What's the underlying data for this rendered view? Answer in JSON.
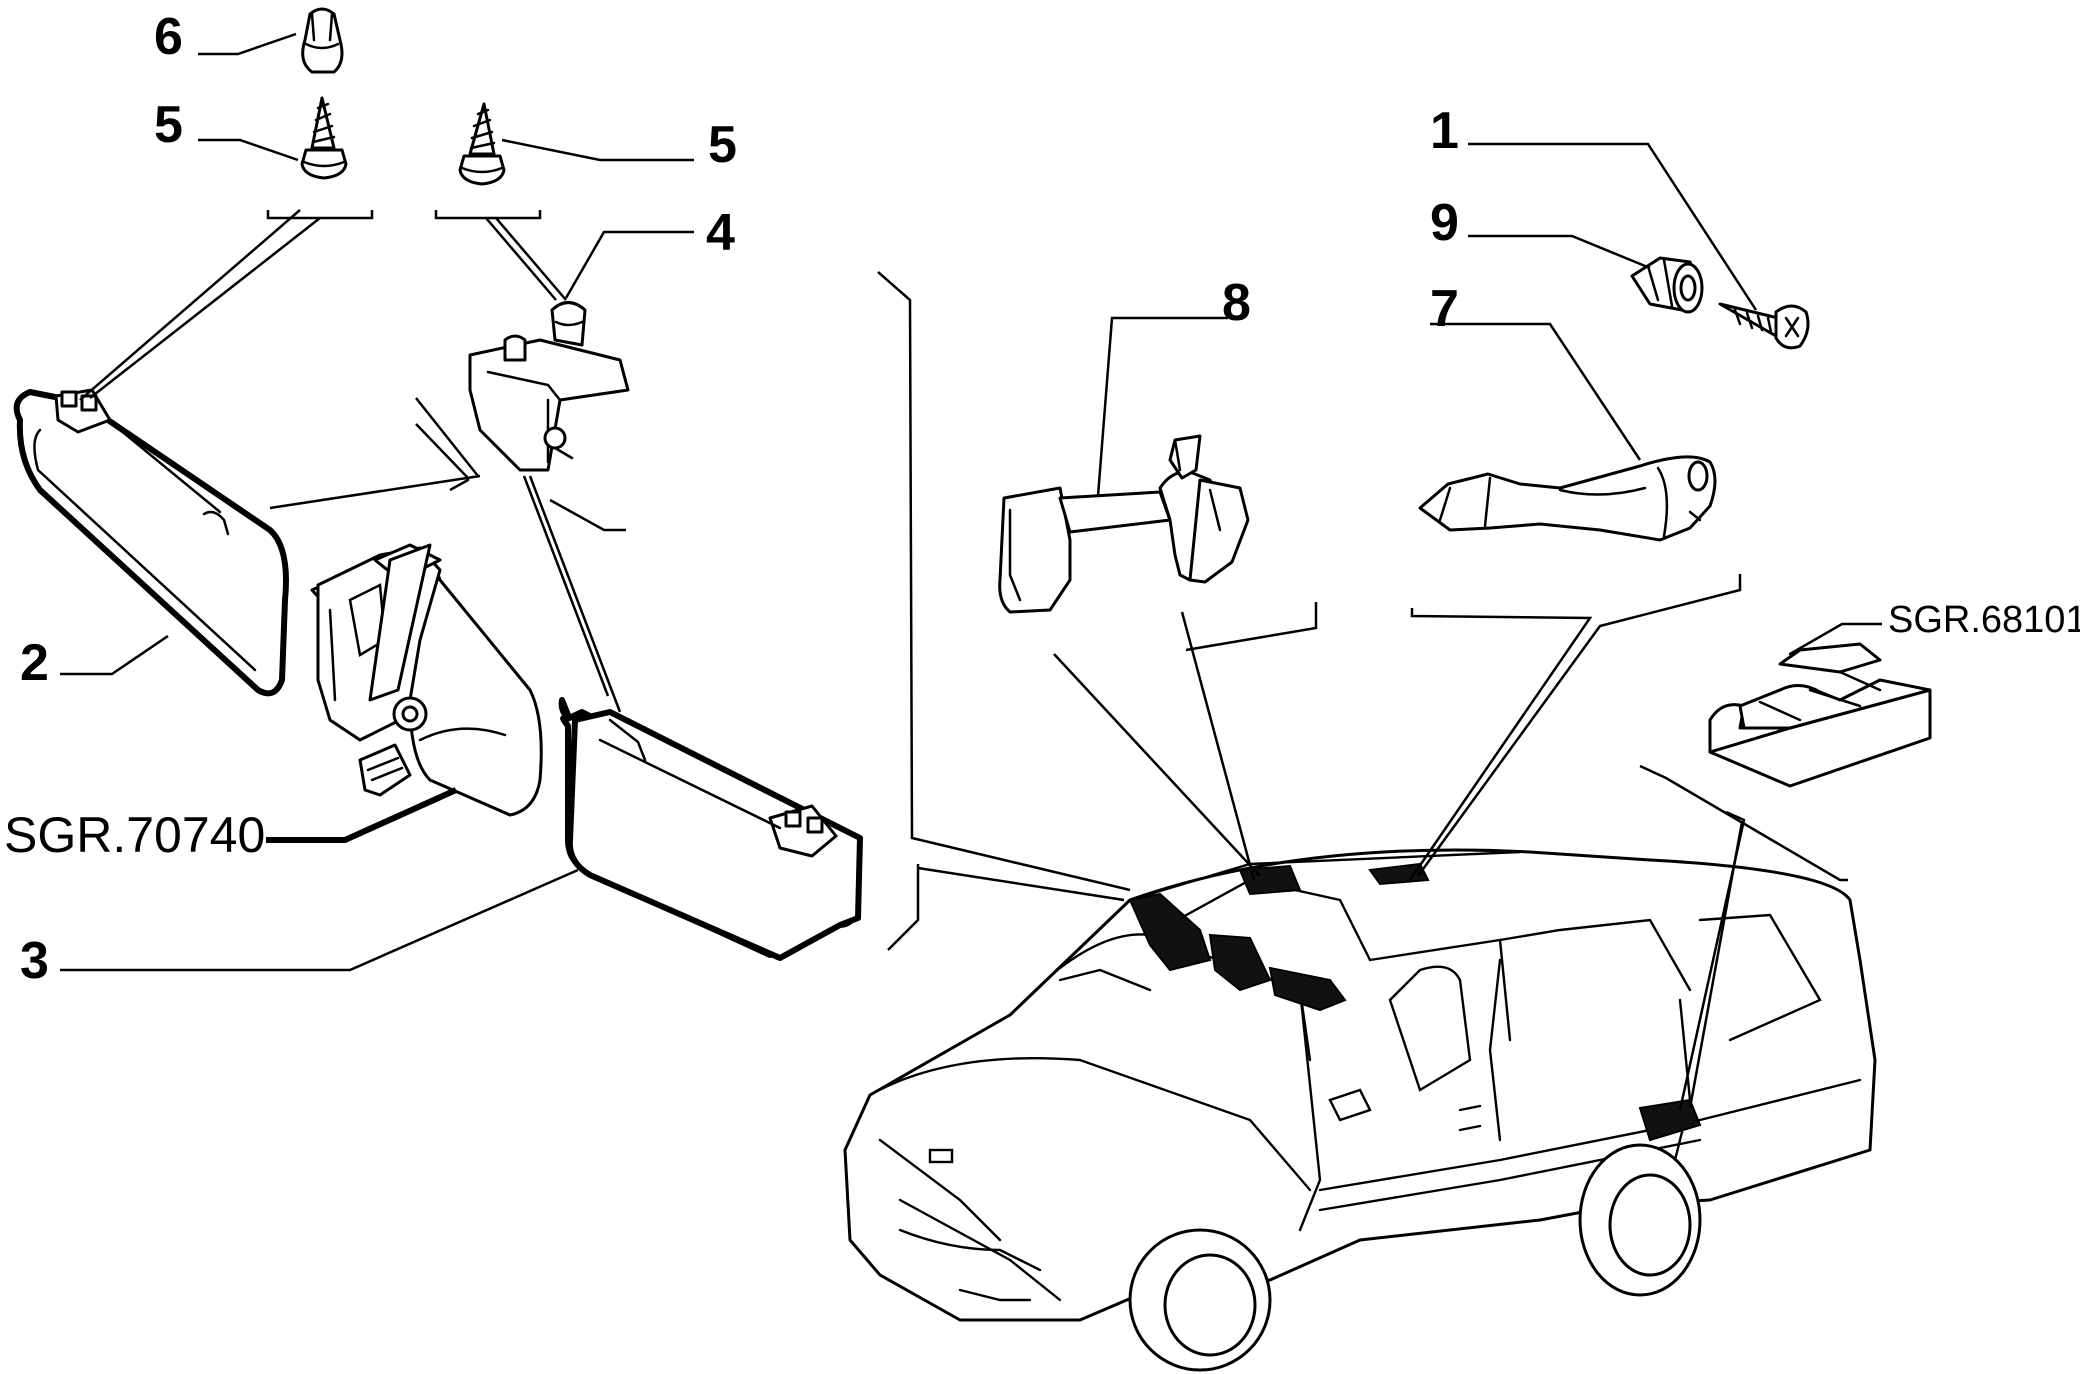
{
  "callouts": {
    "c6": "6",
    "c5a": "5",
    "c5b": "5",
    "c4": "4",
    "c1": "1",
    "c9": "9",
    "c8": "8",
    "c7": "7",
    "c2": "2",
    "c3": "3"
  },
  "references": {
    "mirror": "SGR.70740",
    "pad": "SGR.68101"
  }
}
